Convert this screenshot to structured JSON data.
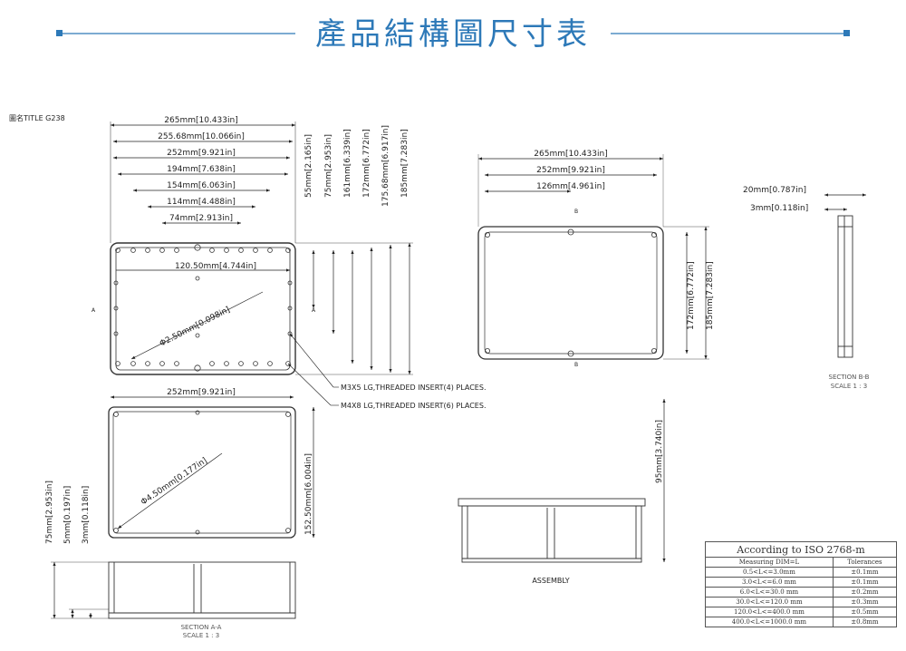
{
  "header": {
    "title": "產品結構圖尺寸表",
    "accent": "#2d79b8"
  },
  "drawing": {
    "title_block": "圖名TITLE G238",
    "top_view": {
      "dims_horizontal": [
        "265mm[10.433in]",
        "255.68mm[10.066in]",
        "252mm[9.921in]",
        "194mm[7.638in]",
        "154mm[6.063in]",
        "114mm[4.488in]",
        "74mm[2.913in]"
      ],
      "dims_vertical": [
        "55mm[2.165in]",
        "75mm[2.953in]",
        "161mm[6.339in]",
        "172mm[6.772in]",
        "175.68mm[6.917in]",
        "185mm[7.283in]"
      ],
      "inner_dim": "120.50mm[4.744in]",
      "diameter": "Φ2.50mm[0.098in]",
      "section_mark_left": "A",
      "section_mark_right": "A",
      "note_1": "M3X5 LG,THREADED INSERT(4) PLACES.",
      "note_2": "M4X8 LG,THREADED INSERT(6) PLACES."
    },
    "bottom_view": {
      "dim_width": "252mm[9.921in]",
      "dim_height": "152.50mm[6.004in]",
      "diameter": "Φ4.50mm[0.177in]"
    },
    "section_aa": {
      "dims": [
        "75mm[2.953in]",
        "5mm[0.197in]",
        "3mm[0.118in]"
      ],
      "label": "SECTION A-A",
      "scale": "SCALE 1 : 3"
    },
    "lid_view": {
      "dims": [
        "265mm[10.433in]",
        "252mm[9.921in]",
        "126mm[4.961in]"
      ],
      "dims_vertical": [
        "172mm[6.772in]",
        "185mm[7.283in]"
      ],
      "section_mark_top": "B",
      "section_mark_bottom": "B"
    },
    "section_bb": {
      "dims": [
        "20mm[0.787in]",
        "3mm[0.118in]"
      ],
      "label": "SECTION B-B",
      "scale": "SCALE 1 : 3"
    },
    "assembly": {
      "dim_height": "95mm[3.740in]",
      "label": "ASSEMBLY"
    }
  },
  "tolerance_table": {
    "caption": "According to ISO 2768-m",
    "headers": [
      "Measuring DIM=L",
      "Tolerances"
    ],
    "rows": [
      [
        "0.5<L<=3.0mm",
        "±0.1mm"
      ],
      [
        "3.0<L<=6.0 mm",
        "±0.1mm"
      ],
      [
        "6.0<L<=30.0 mm",
        "±0.2mm"
      ],
      [
        "30.0<L<=120.0 mm",
        "±0.3mm"
      ],
      [
        "120.0<L<=400.0 mm",
        "±0.5mm"
      ],
      [
        "400.0<L<=1000.0 mm",
        "±0.8mm"
      ]
    ]
  }
}
